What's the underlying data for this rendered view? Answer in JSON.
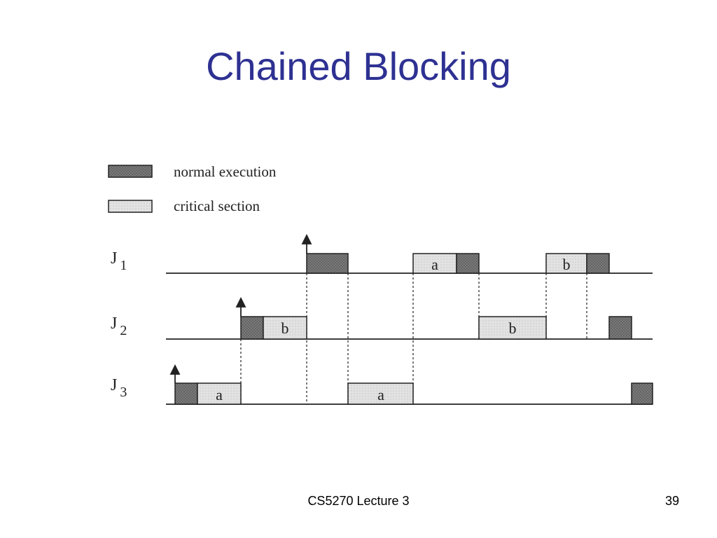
{
  "slide": {
    "title": "Chained Blocking",
    "footer": "CS5270 Lecture 3",
    "page_number": "39"
  },
  "legend": {
    "normal_label": "normal execution",
    "critical_label": "critical section"
  },
  "jobs": [
    {
      "label": "J",
      "sub": "1"
    },
    {
      "label": "J",
      "sub": "2"
    },
    {
      "label": "J",
      "sub": "3"
    }
  ],
  "colors": {
    "title": "#2e3192",
    "normal_fill": "#6e6e6e",
    "critical_fill": "#dcdcdc",
    "ink": "#222222"
  }
}
